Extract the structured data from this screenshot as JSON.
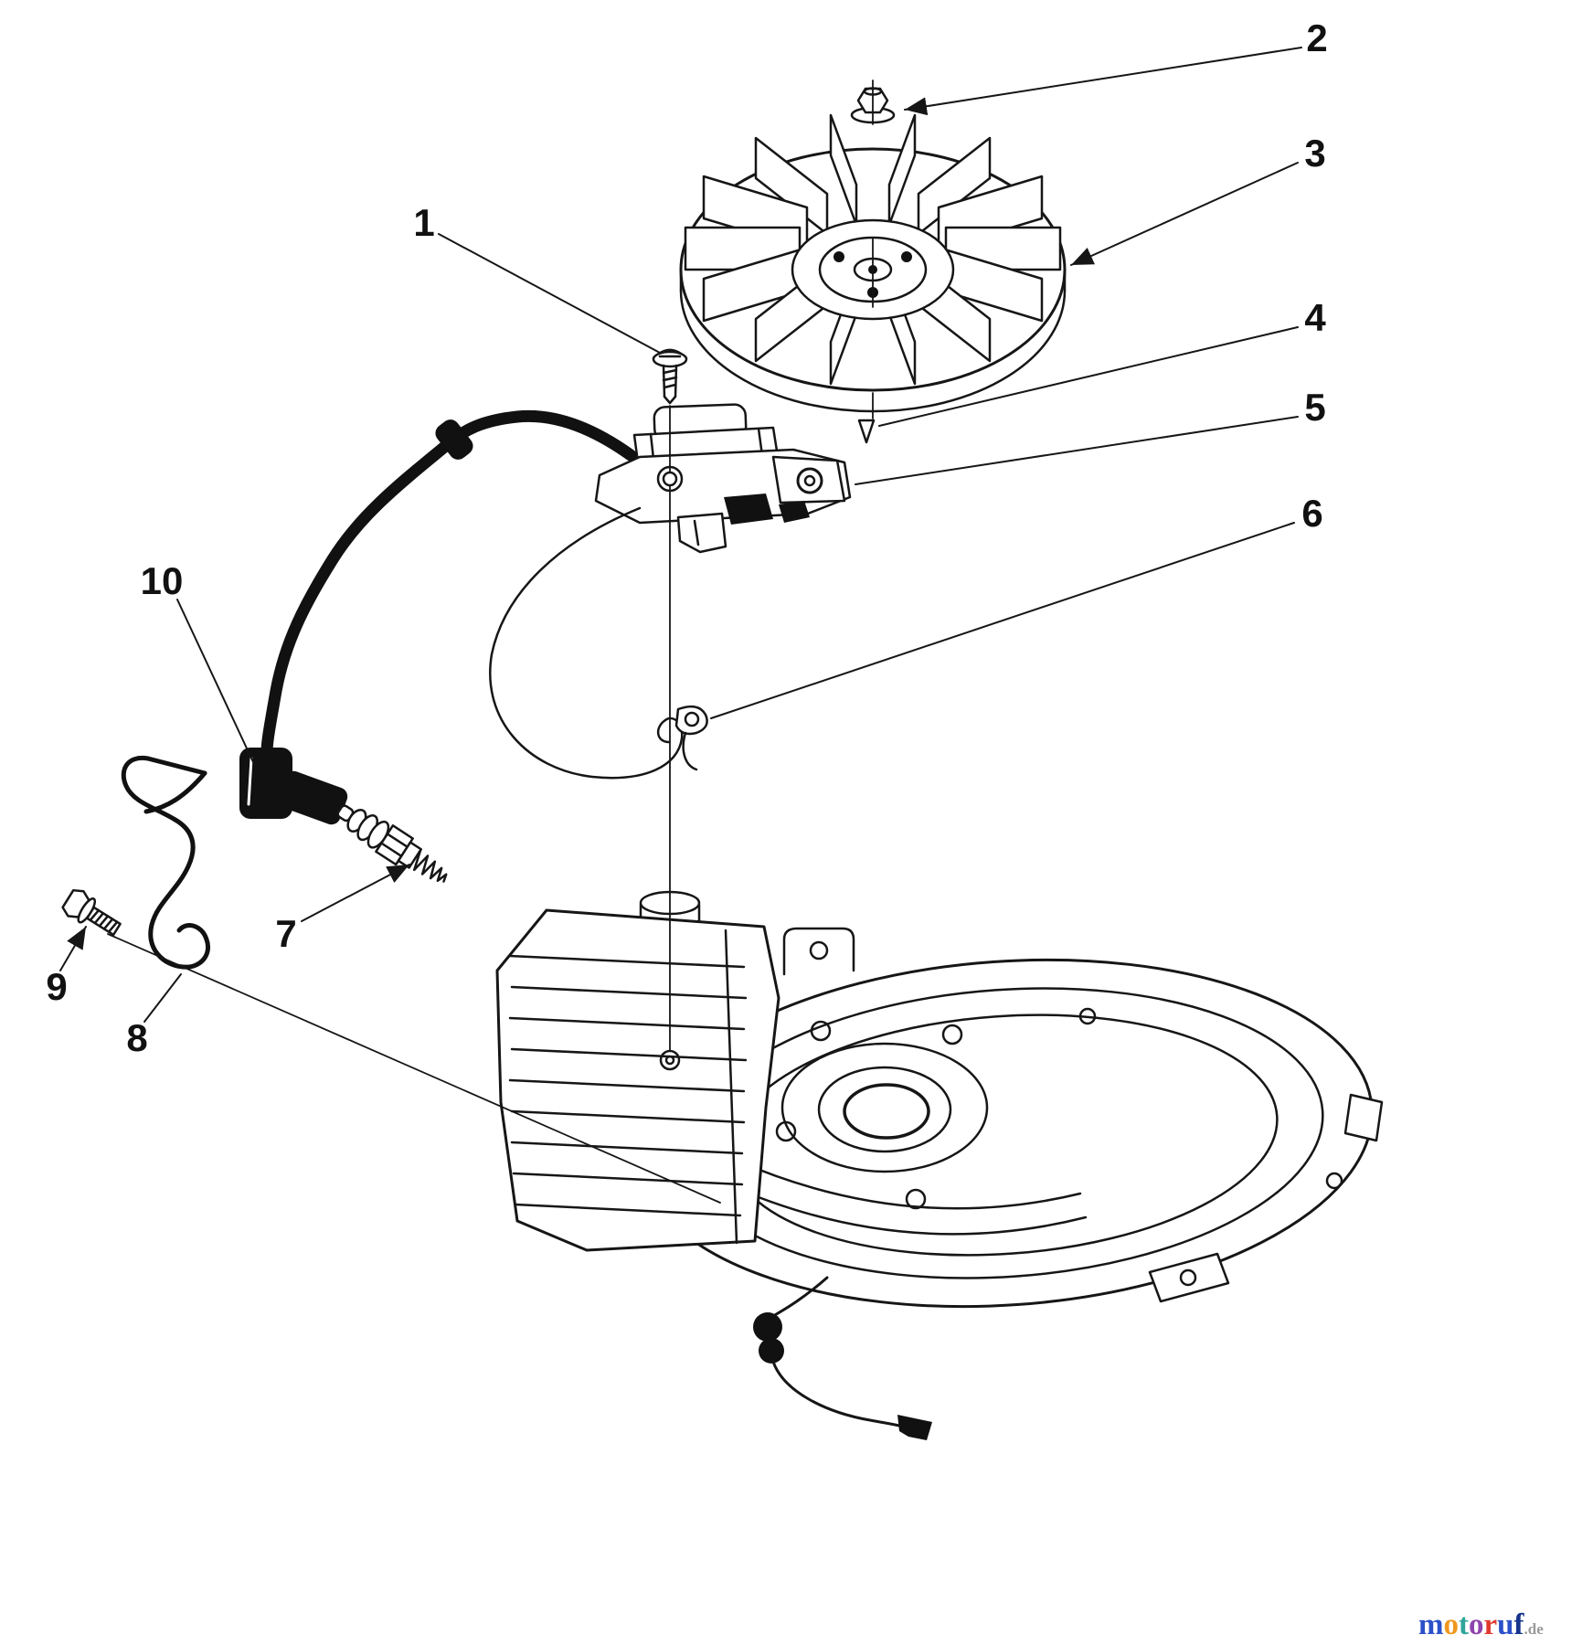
{
  "diagram": {
    "callout_labels": [
      "1",
      "2",
      "3",
      "4",
      "5",
      "6",
      "7",
      "8",
      "9",
      "10"
    ],
    "line_color": "#161616",
    "background": "#ffffff"
  },
  "watermark": {
    "letters": [
      {
        "ch": "m",
        "color": "#2b50c8"
      },
      {
        "ch": "o",
        "color": "#f0971d"
      },
      {
        "ch": "t",
        "color": "#2fa49a"
      },
      {
        "ch": "o",
        "color": "#8e44ad"
      },
      {
        "ch": "r",
        "color": "#e03a2f"
      },
      {
        "ch": "u",
        "color": "#2b50c8"
      },
      {
        "ch": "f",
        "color": "#16348c"
      }
    ],
    "suffix": ".de",
    "suffix_color": "#9a9a9a"
  }
}
